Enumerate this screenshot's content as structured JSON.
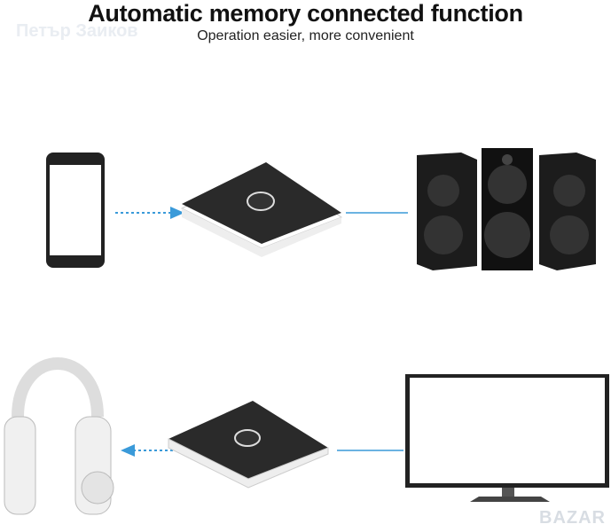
{
  "header": {
    "title": "Automatic memory connected function",
    "subtitle": "Operation easier, more convenient"
  },
  "watermarks": {
    "author": "Петър Заиков",
    "site": "BAZAR"
  },
  "colors": {
    "arrow": "#3a9ad9",
    "device": "#2a2a2a"
  }
}
